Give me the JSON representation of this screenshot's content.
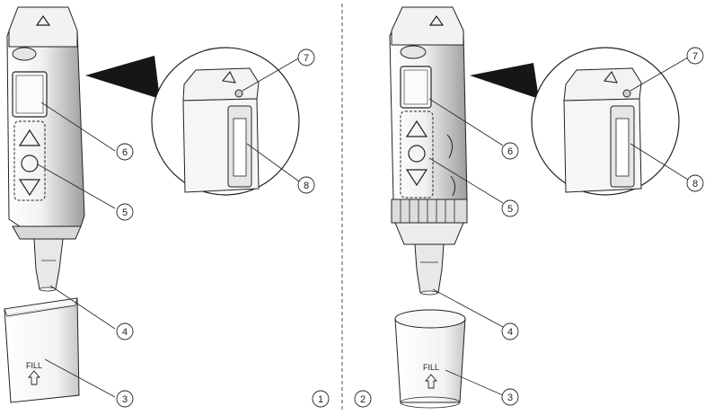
{
  "panels": [
    {
      "panel_label": "1",
      "callouts": [
        "7",
        "6",
        "8",
        "5",
        "4",
        "3"
      ],
      "cup_text": "FILL"
    },
    {
      "panel_label": "2",
      "callouts": [
        "7",
        "6",
        "8",
        "5",
        "4",
        "3"
      ],
      "cup_text": "FILL"
    }
  ],
  "colors": {
    "line": "#222222",
    "shade": "#b9b9b9",
    "dark": "#1a1a1a",
    "background": "#ffffff"
  },
  "icons": [
    "up-arrow-icon",
    "circle-button-icon",
    "down-arrow-icon",
    "up-arrow-icon"
  ]
}
